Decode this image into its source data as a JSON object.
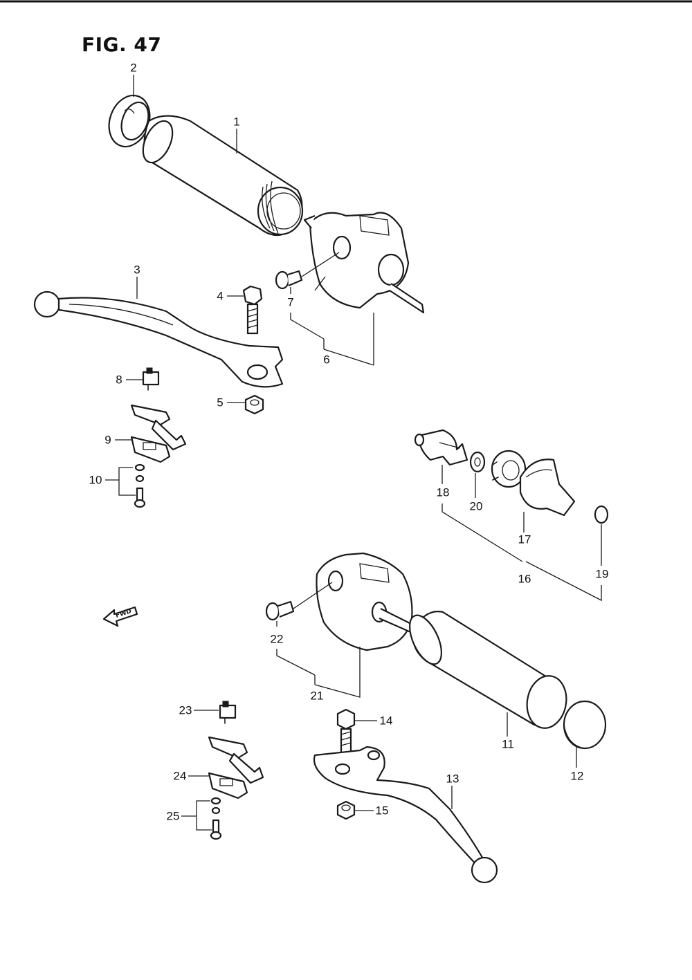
{
  "figure": {
    "title": "FIG. 47"
  },
  "direction_marker": {
    "label": "FWD"
  },
  "callouts": [
    {
      "id": "1",
      "label": "1"
    },
    {
      "id": "2",
      "label": "2"
    },
    {
      "id": "3",
      "label": "3"
    },
    {
      "id": "4",
      "label": "4"
    },
    {
      "id": "5",
      "label": "5"
    },
    {
      "id": "6",
      "label": "6"
    },
    {
      "id": "7",
      "label": "7"
    },
    {
      "id": "8",
      "label": "8"
    },
    {
      "id": "9",
      "label": "9"
    },
    {
      "id": "10",
      "label": "10"
    },
    {
      "id": "11",
      "label": "11"
    },
    {
      "id": "12",
      "label": "12"
    },
    {
      "id": "13",
      "label": "13"
    },
    {
      "id": "14",
      "label": "14"
    },
    {
      "id": "15",
      "label": "15"
    },
    {
      "id": "16",
      "label": "16"
    },
    {
      "id": "17",
      "label": "17"
    },
    {
      "id": "18",
      "label": "18"
    },
    {
      "id": "19",
      "label": "19"
    },
    {
      "id": "20",
      "label": "20"
    },
    {
      "id": "21",
      "label": "21"
    },
    {
      "id": "22",
      "label": "22"
    },
    {
      "id": "23",
      "label": "23"
    },
    {
      "id": "24",
      "label": "24"
    },
    {
      "id": "25",
      "label": "25"
    }
  ]
}
